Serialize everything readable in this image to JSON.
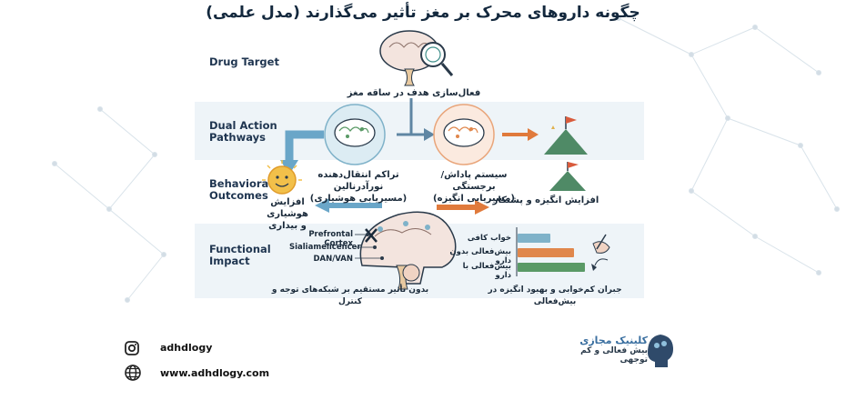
{
  "title": "چگونه داروهای محرک بر مغز تأثیر می‌گذارند (مدل علمی)",
  "rows": {
    "drug_target": "Drug Target",
    "dual_action": [
      "Dual Action",
      "Pathways"
    ],
    "behavioral": [
      "Behavioral",
      "Outcomes"
    ],
    "functional": [
      "Functional",
      "Impact"
    ]
  },
  "labels": {
    "target_activation": "فعال‌سازی هدف در ساقه مغز",
    "noradrenaline": [
      "تراکم انتقال‌دهنده نورآدرنالین",
      "(مسیریابی هوشیاری)"
    ],
    "reward": [
      "سیستم پاداش/برجستگی",
      "(مسیریابی انگیزه)"
    ],
    "alertness": [
      "افزایش هوشیاری",
      "و بیداری"
    ],
    "motivation": "افزایش انگیزه و پشتکار",
    "no_direct": "بدون تأثیر مستقیم بر شبکه‌های توجه و کنترل",
    "compensation": "جبران کم‌خوابی و بهبود انگیزه در بیش‌فعالی"
  },
  "networks": [
    "Prefrontal Cortex",
    "Sialiamelicencer",
    "DAN/VAN"
  ],
  "bars": [
    {
      "label": "خواب کافی",
      "value": 0.45,
      "color": "#7fb2c9"
    },
    {
      "label": "بیش‌فعالی بدون دارو",
      "value": 0.78,
      "color": "#e0874c"
    },
    {
      "label": "بیش‌فعالی با دارو",
      "value": 0.92,
      "color": "#5a9a66"
    }
  ],
  "brand": {
    "name": "کلینیک مجازی",
    "tagline": "بیش فعالی و کم توجهی"
  },
  "footer": {
    "instagram": "adhdlogy",
    "website": "www.adhdlogy.com"
  },
  "colors": {
    "blue_arrow": "#6aa6c8",
    "orange_arrow": "#e07a3c",
    "band": "#eef4f8",
    "accent_green": "#5a9a66"
  }
}
